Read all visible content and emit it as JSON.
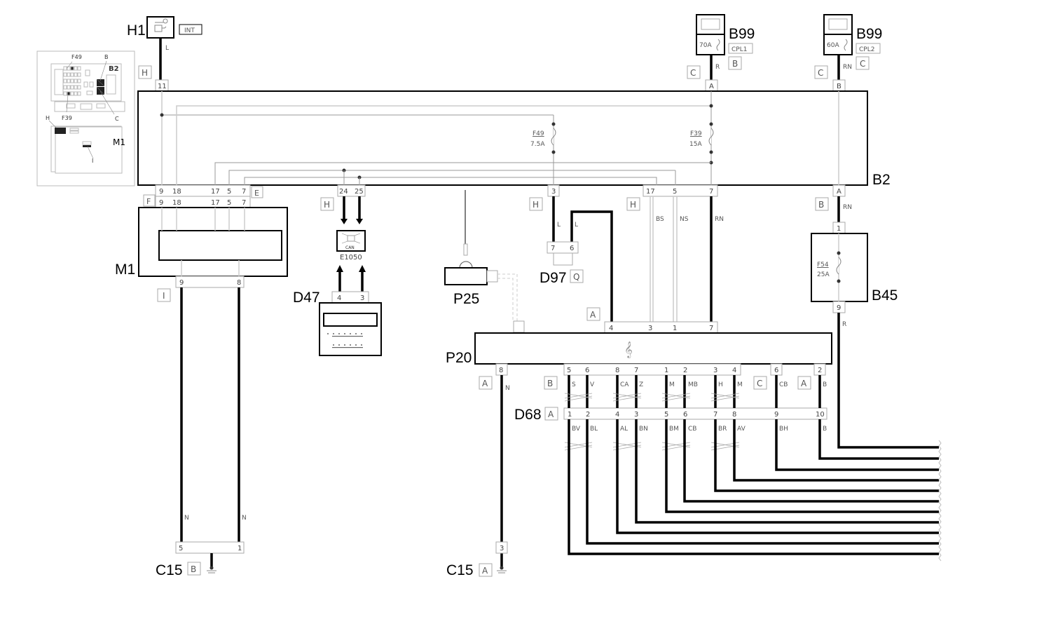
{
  "components": {
    "H1": {
      "label": "H1",
      "tag": "INT",
      "pin": "11",
      "wire_color": "L",
      "conn": "H"
    },
    "B99_1": {
      "label": "B99",
      "fuse": "70A",
      "tag": "CPL1",
      "conn_a": "C",
      "conn_b": "B",
      "pin": "A",
      "wire_color": "R"
    },
    "B99_2": {
      "label": "B99",
      "fuse": "60A",
      "tag": "CPL2",
      "conn_a": "C",
      "conn_b": "C",
      "pin": "B",
      "wire_color": "RN"
    },
    "B2": {
      "label": "B2",
      "fuse1_name": "F49",
      "fuse1_rating": "7.5A",
      "fuse2_name": "F39",
      "fuse2_rating": "15A",
      "bottom_pins_left": [
        "9",
        "18",
        "17",
        "5",
        "7"
      ],
      "can_pins": [
        "24",
        "25"
      ],
      "pin3": "3",
      "pins_right": [
        "17",
        "5",
        "7"
      ],
      "pin_a": "A",
      "conn_e": "E",
      "conn_h1": "H",
      "conn_h2": "H",
      "conn_h3": "H",
      "conn_b": "B"
    },
    "M1": {
      "label": "M1",
      "conn_f": "F",
      "top_pins": [
        "9",
        "18",
        "17",
        "5",
        "7"
      ],
      "bottom_pins": [
        "9",
        "8"
      ],
      "conn_i": "I"
    },
    "E1050": {
      "label": "E1050",
      "icon_text": "CAN"
    },
    "D47": {
      "label": "D47",
      "pins": [
        "4",
        "3"
      ]
    },
    "P25": {
      "label": "P25"
    },
    "D97": {
      "label": "D97",
      "tag": "Q",
      "pins": [
        "7",
        "6"
      ],
      "wire_colors": [
        "L",
        "L"
      ]
    },
    "B45": {
      "label": "B45",
      "pin_top": "1",
      "pin_bottom": "9",
      "fuse_name": "F54",
      "fuse_rating": "25A",
      "wire_in": "RN",
      "wire_out": "R"
    },
    "P20": {
      "label": "P20",
      "conn_a": "A",
      "top_pins": [
        "4",
        "3",
        "1",
        "7"
      ],
      "top_wire_colors": [
        "BS",
        "NS",
        "RN"
      ],
      "bottom_pins": [
        "8",
        "5",
        "6",
        "8",
        "7",
        "1",
        "2",
        "3",
        "4",
        "6",
        "2"
      ],
      "bottom_wire_colors": [
        "N",
        "S",
        "V",
        "CA",
        "Z",
        "M",
        "MB",
        "H",
        "M",
        "CB",
        "B"
      ],
      "tags": [
        "A",
        "B",
        "C",
        "A"
      ]
    },
    "D68": {
      "label": "D68",
      "tag": "A",
      "pins": [
        "1",
        "2",
        "4",
        "3",
        "5",
        "6",
        "7",
        "8",
        "9",
        "10"
      ],
      "wire_colors": [
        "BV",
        "BL",
        "AL",
        "BN",
        "BM",
        "CB",
        "BR",
        "AV",
        "BH",
        "B"
      ]
    },
    "C15_B": {
      "label": "C15",
      "tag": "B",
      "pins": [
        "5",
        "1"
      ],
      "wire_colors": [
        "N",
        "N"
      ]
    },
    "C15_A": {
      "label": "C15",
      "tag": "A",
      "pin": "3"
    }
  },
  "locator": {
    "labels": {
      "f49": "F49",
      "b": "B",
      "b2": "B2",
      "f39": "F39",
      "c": "C",
      "h": "H",
      "m1": "M1",
      "i": "I"
    }
  }
}
